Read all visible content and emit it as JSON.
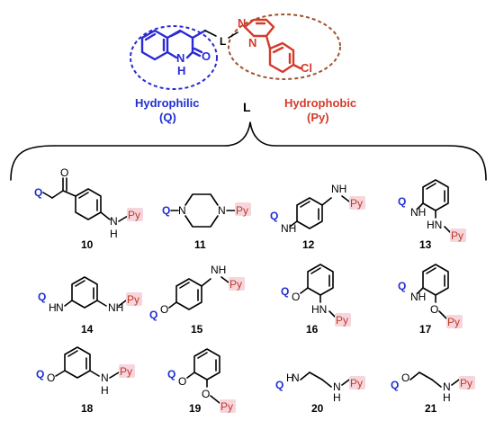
{
  "header": {
    "hydrophilic_label": "Hydrophilic",
    "hydrophilic_code": "(Q)",
    "hydrophobic_label": "Hydrophobic",
    "hydrophobic_code": "(Py)",
    "linker_label": "L",
    "linker_chain_label": "L",
    "atoms": {
      "n_ring": "N",
      "nh": "N",
      "h": "H",
      "o": "O",
      "cl": "Cl",
      "pyrimidine_n1": "N",
      "pyrimidine_n2": "N"
    }
  },
  "atoms": {
    "q": "Q",
    "py": "Py",
    "n": "N",
    "h": "H",
    "o": "O",
    "nh": "NH",
    "hn": "HN"
  },
  "compounds": [
    {
      "id": "10"
    },
    {
      "id": "11"
    },
    {
      "id": "12"
    },
    {
      "id": "13"
    },
    {
      "id": "14"
    },
    {
      "id": "15"
    },
    {
      "id": "16"
    },
    {
      "id": "17"
    },
    {
      "id": "18"
    },
    {
      "id": "19"
    },
    {
      "id": "20"
    },
    {
      "id": "21"
    }
  ],
  "colors": {
    "hydrophilic": "#2a2ad4",
    "hydrophobic": "#d43a2a",
    "py_highlight": "#f6d6dc"
  }
}
